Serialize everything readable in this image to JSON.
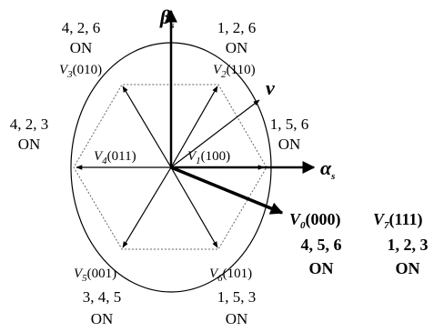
{
  "colors": {
    "ink": "#000000",
    "background": "#ffffff",
    "hexagon": "#666666"
  },
  "axes": {
    "alpha": {
      "symbol": "α",
      "subscript": "s"
    },
    "beta": {
      "symbol": "β",
      "subscript": "s"
    }
  },
  "reference_vector": {
    "symbol": "v"
  },
  "active_vectors": [
    {
      "name": "V",
      "index": "1",
      "code": "(100)",
      "switches": "1, 5, 6",
      "state": "ON"
    },
    {
      "name": "V",
      "index": "2",
      "code": "(110)",
      "switches": "1, 2, 6",
      "state": "ON"
    },
    {
      "name": "V",
      "index": "3",
      "code": "(010)",
      "switches": "4, 2, 6",
      "state": "ON"
    },
    {
      "name": "V",
      "index": "4",
      "code": "(011)",
      "switches": "4, 2, 3",
      "state": "ON"
    },
    {
      "name": "V",
      "index": "5",
      "code": "(001)",
      "switches": "3, 4, 5",
      "state": "ON"
    },
    {
      "name": "V",
      "index": "6",
      "code": "(101)",
      "switches": "1, 5, 3",
      "state": "ON"
    }
  ],
  "zero_vectors": [
    {
      "name": "V",
      "index": "0",
      "code": "(000)",
      "switches": "4, 5, 6",
      "state": "ON"
    },
    {
      "name": "V",
      "index": "7",
      "code": "(111)",
      "switches": "1, 2, 3",
      "state": "ON"
    }
  ]
}
